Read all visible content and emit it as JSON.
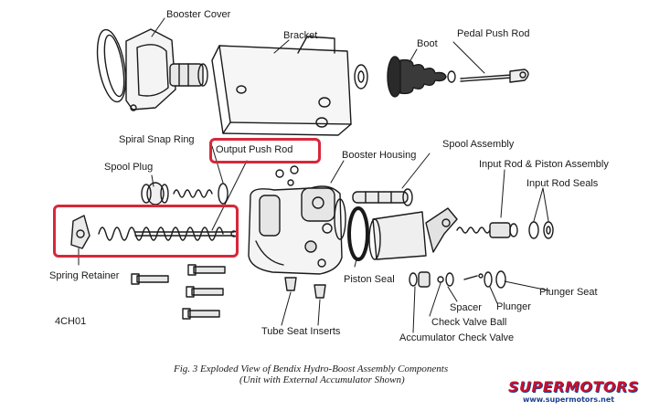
{
  "labels": {
    "booster_cover": "Booster Cover",
    "bracket": "Bracket",
    "boot": "Boot",
    "pedal_push_rod": "Pedal Push Rod",
    "spiral_snap_ring": "Spiral Snap Ring",
    "output_push_rod": "Output Push Rod",
    "booster_housing": "Booster Housing",
    "spool_assembly": "Spool Assembly",
    "input_rod_piston_assembly": "Input Rod & Piston Assembly",
    "spool_plug": "Spool Plug",
    "input_rod_seals": "Input Rod Seals",
    "spring_retainer": "Spring Retainer",
    "piston_seal": "Piston Seal",
    "plunger_seat": "Plunger Seat",
    "spacer": "Spacer",
    "plunger": "Plunger",
    "check_valve_ball": "Check Valve Ball",
    "tube_seat_inserts": "Tube Seat Inserts",
    "accumulator_check_valve": "Accumulator Check Valve",
    "figure_code": "4CH01"
  },
  "caption": {
    "line1": "Fig. 3    Exploded View of Bendix Hydro-Boost Assembly Components",
    "line2": "(Unit with External Accumulator Shown)"
  },
  "watermark": {
    "brand": "SUPERMOTORS",
    "url": "www.supermotors.net"
  },
  "colors": {
    "highlight": "#d6283a",
    "ink": "#1a1a1a",
    "watermark_red": "#c8102e",
    "watermark_blue": "#1b3f8f"
  }
}
